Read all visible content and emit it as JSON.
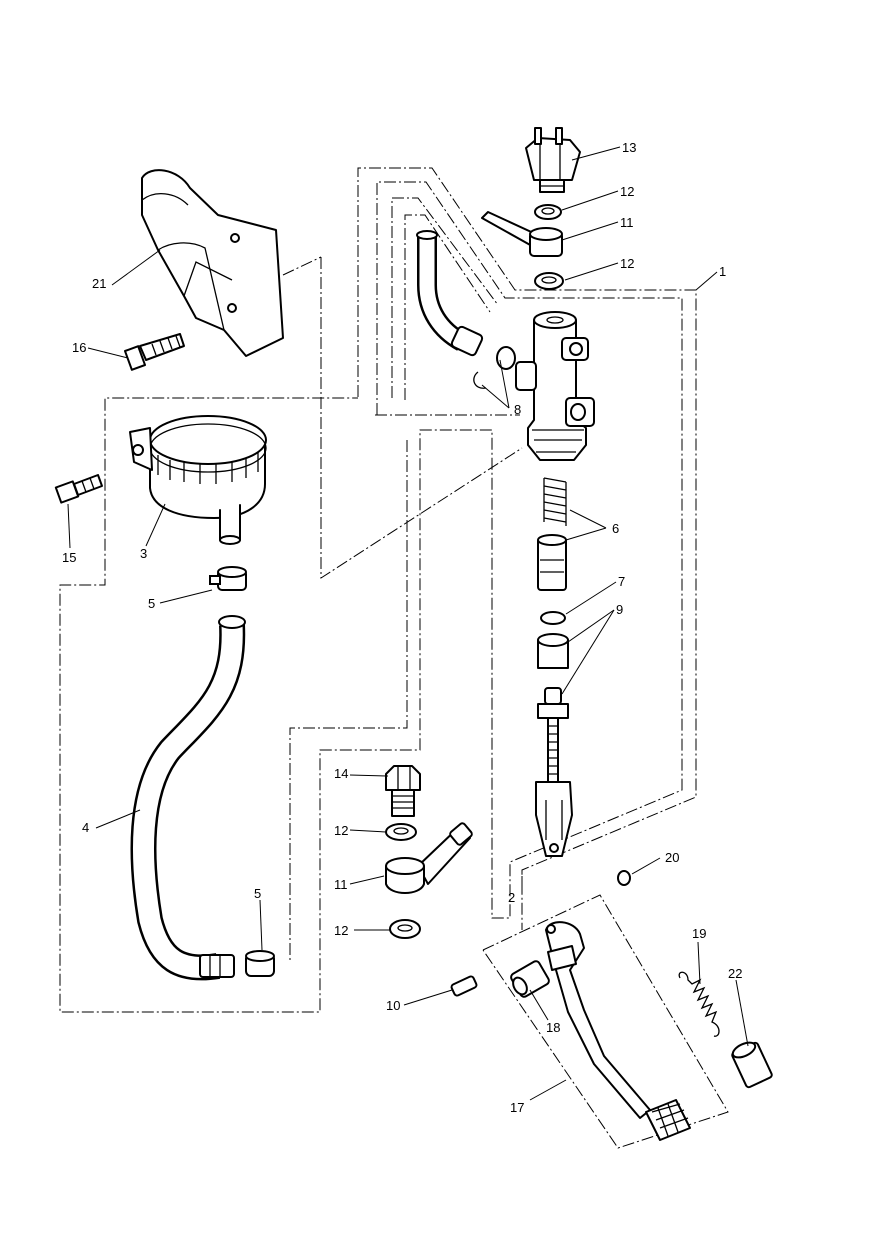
{
  "diagram": {
    "labels": [
      "1",
      "2",
      "3",
      "4",
      "5",
      "5",
      "6",
      "7",
      "8",
      "9",
      "10",
      "11",
      "11",
      "12",
      "12",
      "12",
      "12",
      "13",
      "14",
      "15",
      "16",
      "17",
      "18",
      "19",
      "20",
      "21",
      "22"
    ]
  }
}
